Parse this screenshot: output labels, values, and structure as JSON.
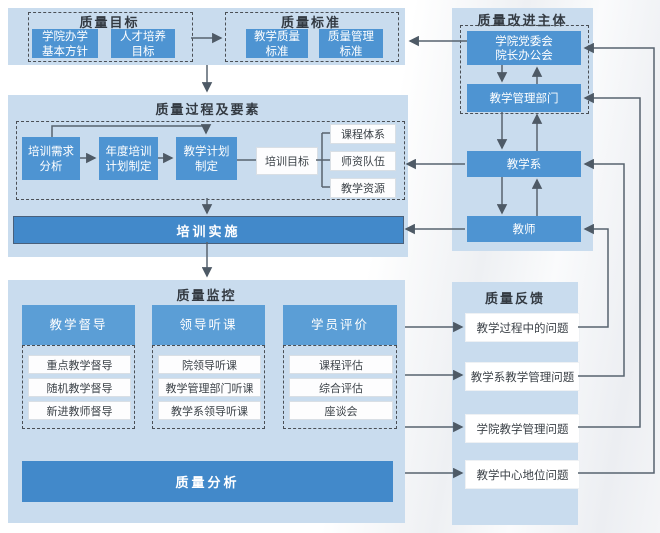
{
  "colors": {
    "panel_bg": "#c9dcee",
    "box_blue": "#4e94d2",
    "bar_blue": "#4289ca",
    "header_blue": "#5b9ed6",
    "line": "#57636f",
    "dashed_border": "#4a4f55"
  },
  "goal": {
    "title": "质量目标",
    "box1": "学院办学\n基本方针",
    "box2": "人才培养\n目标"
  },
  "standard": {
    "title": "质量标准",
    "box1": "教学质量\n标准",
    "box2": "质量管理\n标准"
  },
  "improve": {
    "title": "质量改进主体",
    "box1": "学院党委会\n院长办公会",
    "box2": "教学管理部门",
    "box3": "教学系",
    "box4": "教师"
  },
  "process": {
    "title": "质量过程及要素",
    "step1": "培训需求\n分析",
    "step2": "年度培训\n计划制定",
    "step3": "教学计划\n制定",
    "target": "培训目标",
    "elem1": "课程体系",
    "elem2": "师资队伍",
    "elem3": "教学资源",
    "implement": "培训实施"
  },
  "monitor": {
    "title": "质量监控",
    "col1": {
      "header": "教学督导",
      "items": [
        "重点教学督导",
        "随机教学督导",
        "新进教师督导"
      ]
    },
    "col2": {
      "header": "领导听课",
      "items": [
        "院领导听课",
        "教学管理部门听课",
        "教学系领导听课"
      ]
    },
    "col3": {
      "header": "学员评价",
      "items": [
        "课程评估",
        "综合评估",
        "座谈会"
      ]
    },
    "analysis": "质量分析"
  },
  "feedback": {
    "title": "质量反馈",
    "items": [
      "教学过程中的问题",
      "教学系教学管理问题",
      "学院教学管理问题",
      "教学中心地位问题"
    ]
  }
}
